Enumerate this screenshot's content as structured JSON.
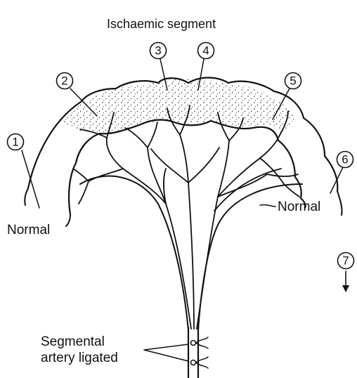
{
  "title": "Ischaemic segment",
  "labels": {
    "normal_left": "Normal",
    "normal_right": "Normal",
    "ligature_line1": "Segmental",
    "ligature_line2": "artery ligated"
  },
  "markers": [
    "1",
    "2",
    "3",
    "4",
    "5",
    "6",
    "7"
  ]
}
